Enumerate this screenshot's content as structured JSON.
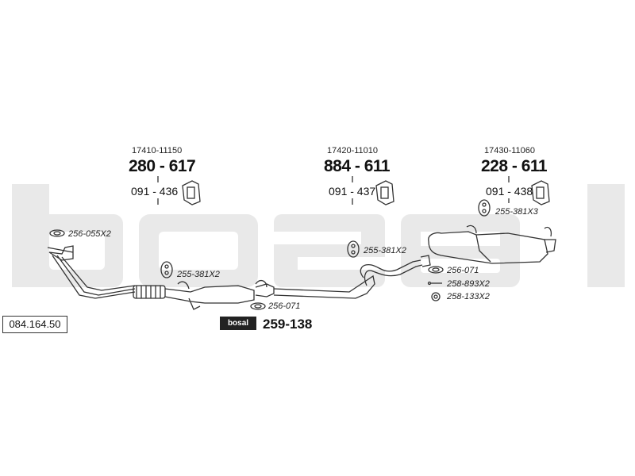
{
  "catalog_number": "084.164.50",
  "brand_badge": "bosal",
  "watermark": "bosal",
  "components": [
    {
      "oem": "17410-11150",
      "part": "280 - 617",
      "hanger": "091 - 436"
    },
    {
      "oem": "17420-11010",
      "part": "884 - 611",
      "hanger": "091 - 437"
    },
    {
      "oem": "17430-11060",
      "part": "228 - 611",
      "hanger": "091 - 438"
    }
  ],
  "fittings": {
    "gasket_front": "256-055X2",
    "rubber_mount_a": "255-381X2",
    "rubber_mount_b": "255-381X2",
    "rubber_mount_c": "255-381X3",
    "gasket_mid": "256-071",
    "gasket_rear": "256-071",
    "bolt_rear": "258-893X2",
    "spring_rear": "258-133X2",
    "mounting_kit": "259-138"
  },
  "colors": {
    "watermark": "#e9e9e9",
    "line": "#333333"
  }
}
